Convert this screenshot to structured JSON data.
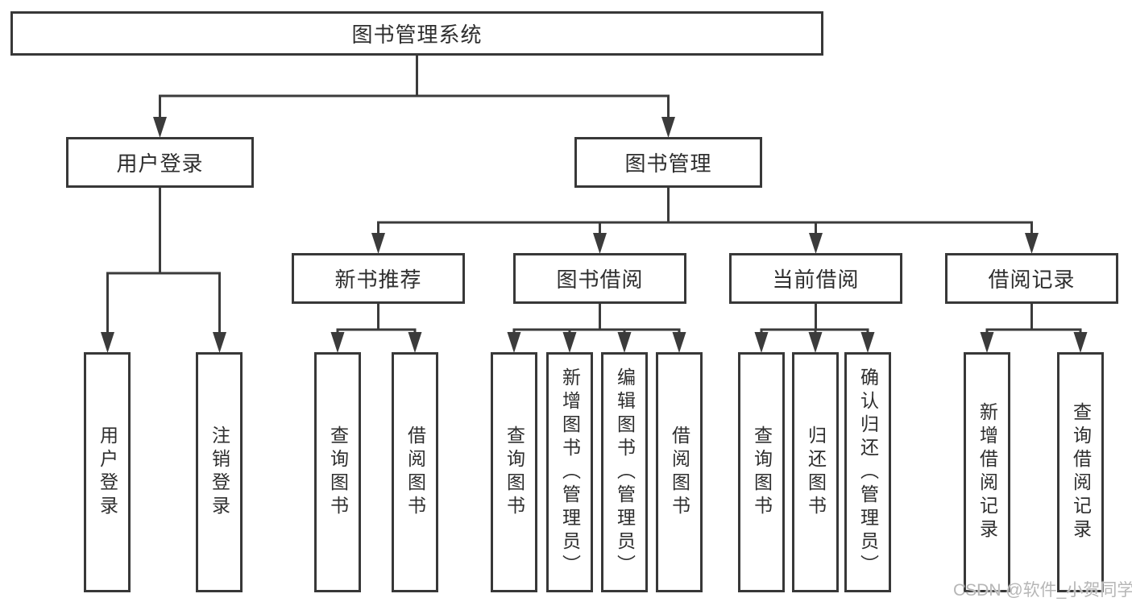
{
  "diagram_title": "图书管理系统",
  "tree": {
    "label": "图书管理系统",
    "children": [
      {
        "label": "用户登录",
        "children": [
          {
            "label": "用户登录"
          },
          {
            "label": "注销登录"
          }
        ]
      },
      {
        "label": "图书管理",
        "children": [
          {
            "label": "新书推荐",
            "children": [
              {
                "label": "查询图书"
              },
              {
                "label": "借阅图书"
              }
            ]
          },
          {
            "label": "图书借阅",
            "children": [
              {
                "label": "查询图书"
              },
              {
                "label": "新增图书（管理员）"
              },
              {
                "label": "编辑图书（管理员）"
              },
              {
                "label": "借阅图书"
              }
            ]
          },
          {
            "label": "当前借阅",
            "children": [
              {
                "label": "查询图书"
              },
              {
                "label": "归还图书"
              },
              {
                "label": "确认归还（管理员）"
              }
            ]
          },
          {
            "label": "借阅记录",
            "children": [
              {
                "label": "新增借阅记录"
              },
              {
                "label": "查询借阅记录"
              }
            ]
          }
        ]
      }
    ]
  },
  "watermark": "CSDN @软件_小贺同学",
  "colors": {
    "line": "#3b3b3b",
    "border": "#383838",
    "text": "#2e2e2e",
    "background": "#ffffff",
    "watermark": "#b6b6b6"
  }
}
